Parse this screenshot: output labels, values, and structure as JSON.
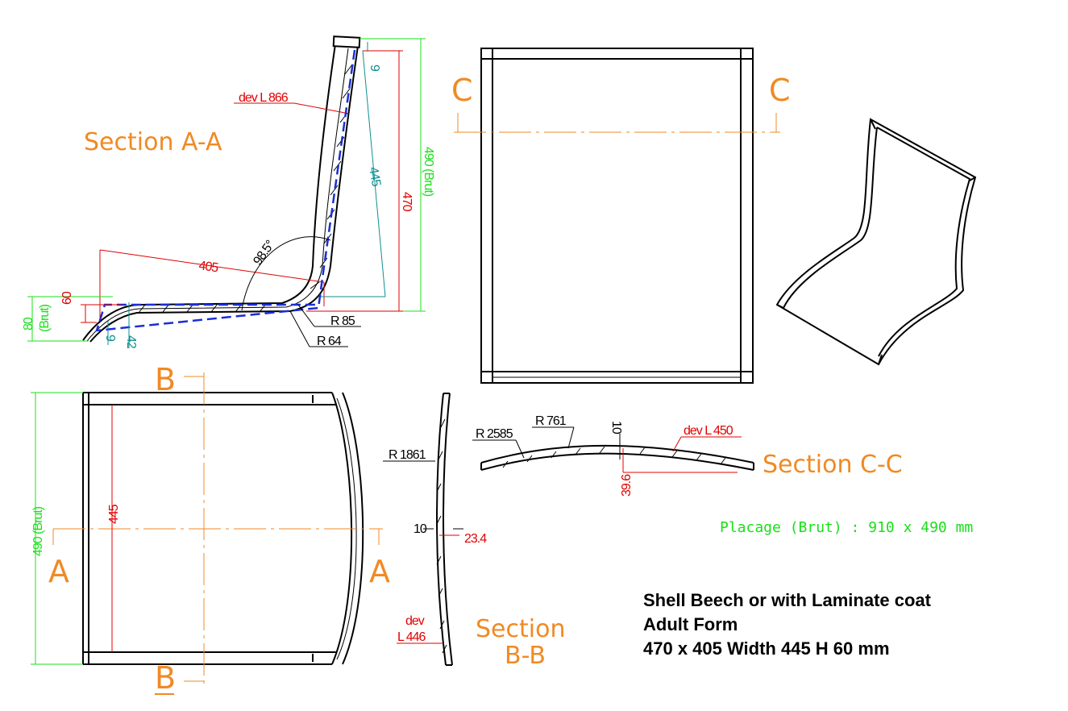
{
  "sections": {
    "aa": {
      "title": "Section A-A"
    },
    "bb": {
      "title_line1": "Section",
      "title_line2": "B-B"
    },
    "cc": {
      "title": "Section C-C"
    }
  },
  "cut_markers": {
    "a": "A",
    "b": "B",
    "c": "C"
  },
  "dimensions": {
    "aa": {
      "dev_length": "dev L 866",
      "height_470": "470",
      "height_490": "490 (Brut)",
      "slant_445": "445",
      "top_thickness": "9",
      "seat_405": "405",
      "angle": "98.5°",
      "radius_85": "R 85",
      "radius_64": "R 64",
      "front_60": "60",
      "front_80": "80",
      "front_brut": "(Brut)",
      "bottom_9": "9",
      "bottom_42": "42"
    },
    "plan": {
      "width_490": "490 (Brut)",
      "inner_445": "445"
    },
    "bb": {
      "radius": "R 1861",
      "thickness": "10",
      "offset": "23.4",
      "dev_label": "dev",
      "dev_value": "L 446"
    },
    "cc": {
      "radius_2585": "R 2585",
      "radius_761": "R 761",
      "thickness": "10",
      "dev_length": "dev L 450",
      "rise": "39.6"
    }
  },
  "placage": "Placage (Brut) : 910 x 490 mm",
  "info": {
    "line1": "Shell Beech or with Laminate coat",
    "line2": "Adult Form",
    "line3": "470 x 405 Width 445 H 60 mm"
  },
  "colors": {
    "dimension_red": "#e00000",
    "dimension_green": "#19e019",
    "dimension_teal": "#0e8f8f",
    "section_label_orange": "#f08a24",
    "guide_blue": "#1a2fd6"
  }
}
